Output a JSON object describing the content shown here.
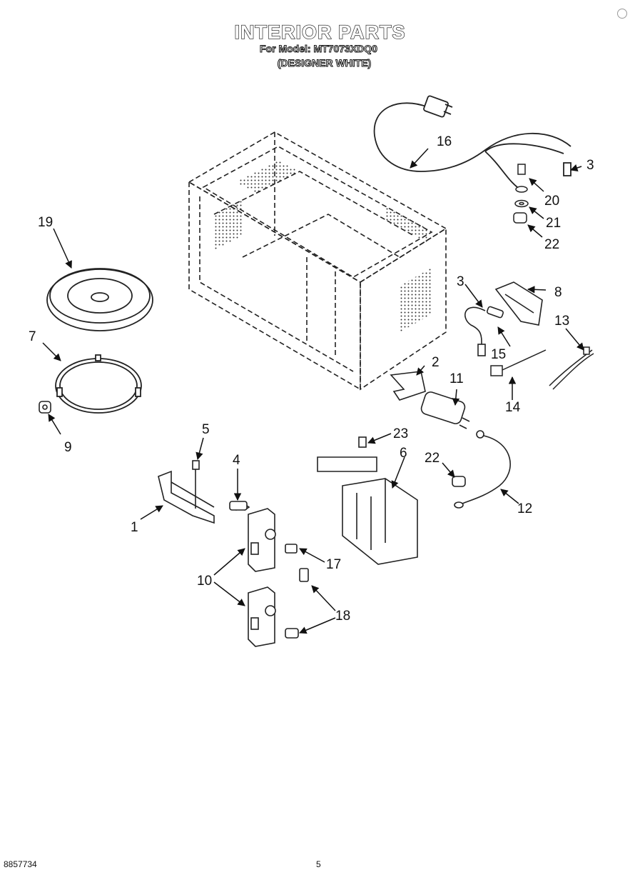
{
  "header": {
    "title": "INTERIOR PARTS",
    "model_line": "For Model: MT7073XDQ0",
    "color_line": "(DESIGNER WHITE)"
  },
  "callouts": [
    "1",
    "2",
    "3",
    "3",
    "4",
    "5",
    "6",
    "7",
    "8",
    "9",
    "10",
    "11",
    "12",
    "13",
    "14",
    "15",
    "16",
    "17",
    "18",
    "19",
    "20",
    "21",
    "22",
    "22",
    "23"
  ],
  "footer": {
    "document_number": "8857734",
    "page_number": "5"
  }
}
